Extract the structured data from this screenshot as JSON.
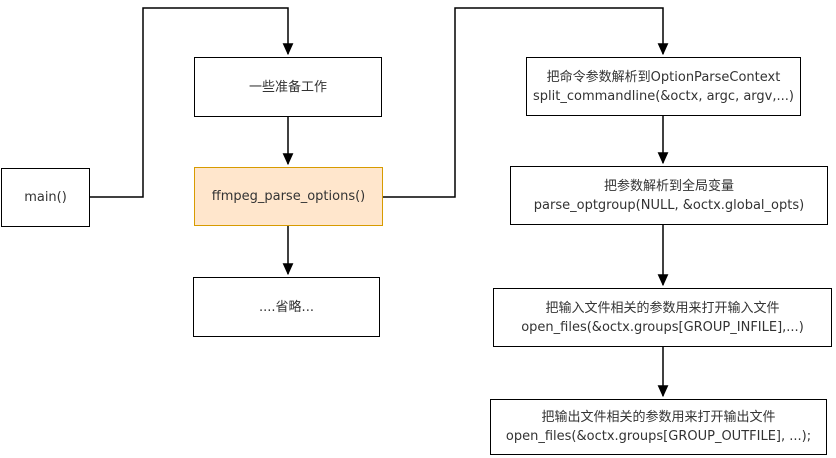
{
  "diagram": {
    "type": "flowchart",
    "nodes": {
      "main": {
        "label": "main()"
      },
      "prep": {
        "label": "一些准备工作"
      },
      "parse_options": {
        "label": "ffmpeg_parse_options()"
      },
      "omitted": {
        "label": "....省略..."
      },
      "split_commandline": {
        "line1": "把命令参数解析到OptionParseContext",
        "line2": "split_commandline(&octx, argc, argv,...)"
      },
      "parse_optgroup": {
        "line1": "把参数解析到全局变量",
        "line2": "parse_optgroup(NULL, &octx.global_opts)"
      },
      "open_input": {
        "line1": "把输入文件相关的参数用来打开输入文件",
        "line2": "open_files(&octx.groups[GROUP_INFILE],...)"
      },
      "open_output": {
        "line1": "把输出文件相关的参数用来打开输出文件",
        "line2": "open_files(&octx.groups[GROUP_OUTFILE], ...);"
      }
    },
    "edges": [
      {
        "from": "main",
        "to": "prep"
      },
      {
        "from": "prep",
        "to": "parse_options"
      },
      {
        "from": "parse_options",
        "to": "omitted"
      },
      {
        "from": "parse_options",
        "to": "split_commandline"
      },
      {
        "from": "split_commandline",
        "to": "parse_optgroup"
      },
      {
        "from": "parse_optgroup",
        "to": "open_input"
      },
      {
        "from": "open_input",
        "to": "open_output"
      }
    ],
    "colors": {
      "highlight_fill": "#FFE6CC",
      "highlight_border": "#D79B00",
      "box_border": "#000000",
      "line": "#000000",
      "text": "#333333",
      "background": "#FFFFFF"
    }
  }
}
